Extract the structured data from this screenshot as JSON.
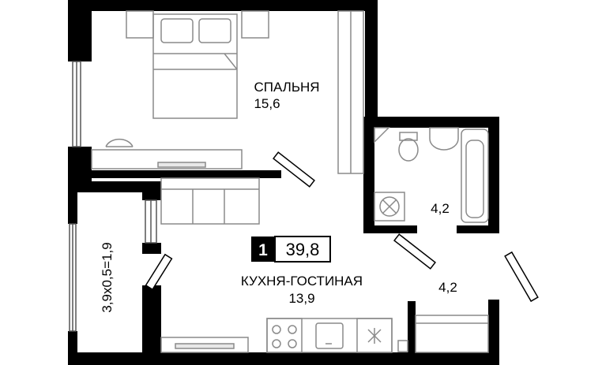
{
  "badge": {
    "rooms": "1",
    "total_area": "39,8"
  },
  "rooms": {
    "bedroom": {
      "name": "СПАЛЬНЯ",
      "area": "15,6"
    },
    "kitchen_living": {
      "name": "КУХНЯ-ГОСТИНАЯ",
      "area": "13,9"
    },
    "bathroom": {
      "area": "4,2"
    },
    "hallway": {
      "area": "4,2"
    },
    "balcony": {
      "dims": "3,9x0,5=1,9"
    }
  },
  "colors": {
    "wall": "#000000",
    "line": "#8a8a8a",
    "furniture_fill": "#e8e8e8"
  }
}
